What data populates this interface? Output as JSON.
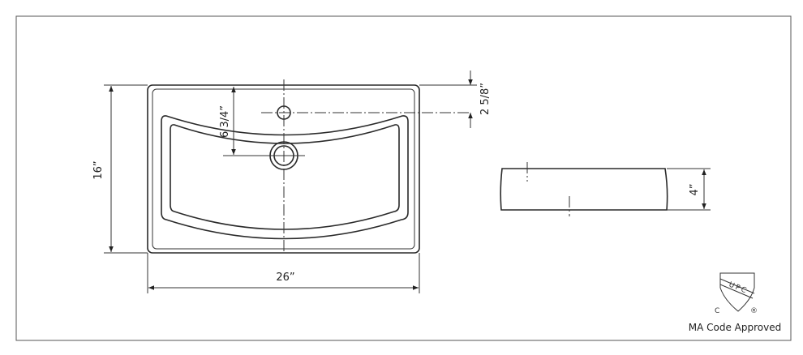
{
  "drawing": {
    "dimensions": {
      "width": "26”",
      "depth": "16”",
      "height": "4”",
      "drain_offset": "6 3/4”",
      "faucet_offset": "2 5/8”"
    },
    "certification": {
      "logo_letters": "UPC",
      "logo_c": "C",
      "logo_reg": "®",
      "caption": "MA Code Approved"
    }
  }
}
